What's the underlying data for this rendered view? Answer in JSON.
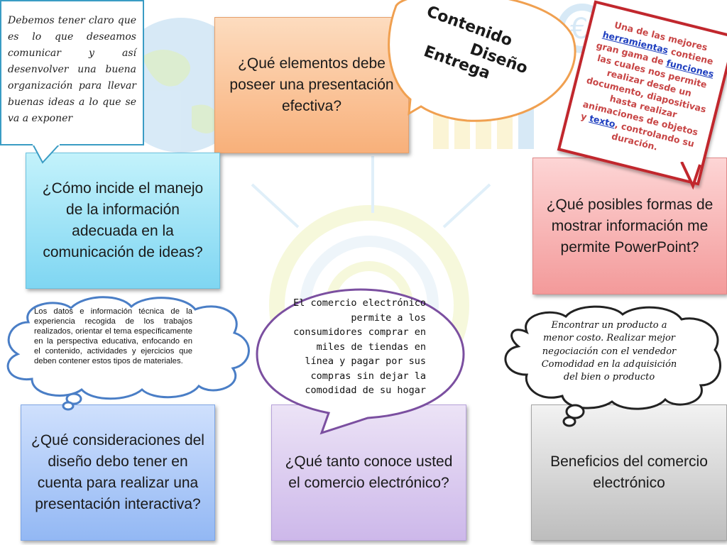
{
  "callouts": {
    "top_left_note": "Debemos tener claro que es lo que deseamos comunicar y así desenvolver una buena organización para llevar buenas ideas a lo que se va a exponer",
    "oval_items": [
      "Contenido",
      "Diseño",
      "Entrega"
    ],
    "red_note": {
      "part1": "Una de las mejores ",
      "link1": "herramientas",
      "part2": " contiene gran gama de ",
      "link2": "funciones",
      "part3": " las cuales nos permite realizar desde un documento, diapositivas hasta realizar animaciones de objetos y ",
      "link3": "texto",
      "part4": ", controlando su duración."
    },
    "cloud_left": "Los datos e información técnica de la experiencia recogida de los trabajos realizados, orientar el tema específicamente en la perspectiva educativa, enfocando en el contenido, actividades y ejercicios que deben contener estos tipos de materiales.",
    "bubble_middle": "El comercio electrónico permite a los consumidores comprar en miles de tiendas en línea y pagar por sus compras sin dejar la comodidad de su hogar",
    "cloud_right": "Encontrar un producto a menor costo. Realizar mejor negociación con el vendedor Comodidad en la adquisición del bien o producto"
  },
  "questions": {
    "orange": "¿Qué elementos debe poseer una presentación efectiva?",
    "cyan": "¿Cómo incide el manejo de la información adecuada en la comunicación de ideas?",
    "red": "¿Qué posibles formas de mostrar información me permite PowerPoint?",
    "blue": "¿Qué consideraciones del diseño debo tener en cuenta para realizar una presentación interactiva?",
    "purple": "¿Qué tanto conoce usted el comercio electrónico?",
    "gray": "Beneficios del comercio electrónico"
  },
  "colors": {
    "orange_box": "#f8b07a",
    "cyan_box": "#7fd6f2",
    "red_box": "#f39a9a",
    "blue_box": "#93b8f4",
    "purple_box": "#cdb8ea",
    "gray_box": "#bdbdbd",
    "red_note_border": "#c1272d",
    "link_color": "#1f3fbf",
    "top_note_border": "#3a9cc4",
    "oval_border": "#f0a050",
    "mid_bubble_border": "#7b4fa0",
    "cloud_border": "#4a7ec6"
  }
}
